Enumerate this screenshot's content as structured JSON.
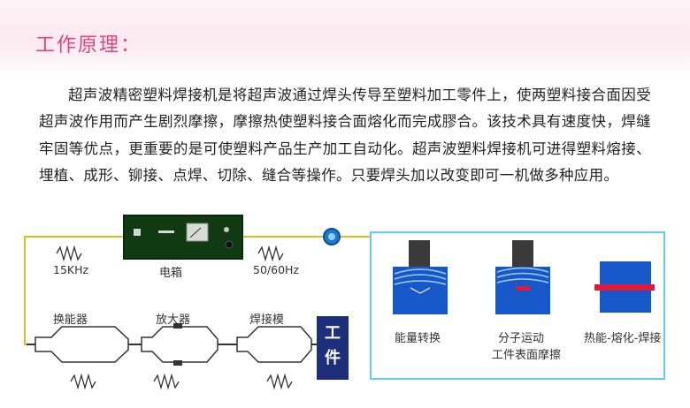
{
  "title": "工作原理：",
  "paragraph": "超声波精密塑料焊接机是将超声波通过焊头传导至塑料加工零件上，使两塑料接合面因受超声波作用而产生剧烈摩擦，摩擦热使塑料接合面熔化而完成膠合。该技术具有速度快，焊缝牢固等优点，更重要的是可使塑料产品生产加工自动化。超声波塑料焊接机可进得塑料熔接、埋植、成形、铆接、点焊、切除、缝合等操作。只要焊头加以改变即可一机做多种应用。",
  "diagram": {
    "freq_label": "15KHz",
    "box_label": "电箱",
    "power_label": "50/60Hz",
    "transducer_label": "换能器",
    "booster_label": "放大器",
    "horn_label": "焊接模",
    "workpiece_label": "工件",
    "panel": {
      "step1": "能量转换",
      "step2_line1": "分子运动",
      "step2_line2": "工件表面摩擦",
      "step3": "热能-熔化-焊接"
    },
    "colors": {
      "wire": "#e8b820",
      "blue": "#1657c9",
      "red": "#e01a3a",
      "cyan_border": "#5ecfe8",
      "navy": "#1d2f7a"
    }
  }
}
